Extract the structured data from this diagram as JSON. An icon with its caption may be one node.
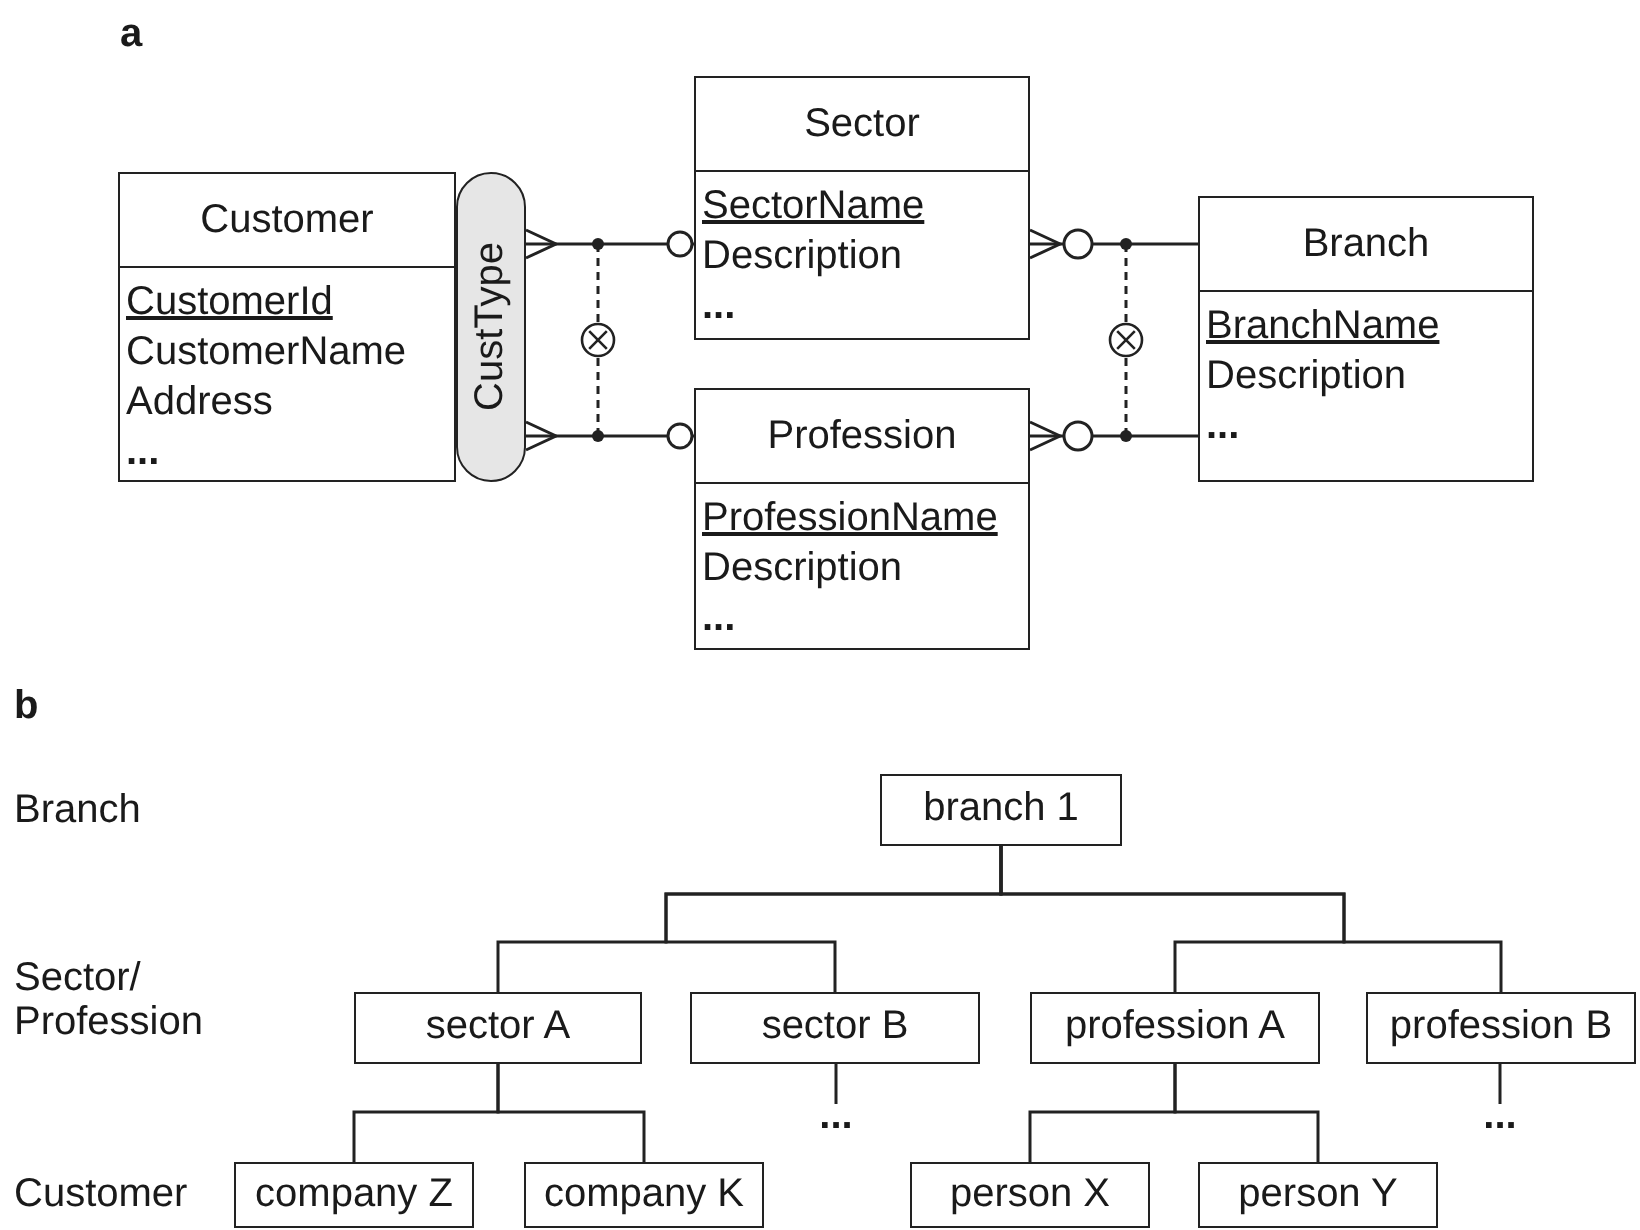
{
  "diagram": {
    "nodes": [
      {
        "text": [
          "Customer",
          "CustomerId",
          "CustomerName",
          "Address",
          "..."
        ]
      },
      {
        "text": [
          "CustType"
        ]
      },
      {
        "text": [
          "Sector",
          "SectorName",
          "Description",
          "..."
        ]
      },
      {
        "text": [
          "Profession",
          "ProfessionName",
          "Description",
          "..."
        ]
      },
      {
        "text": [
          "Branch",
          "BranchName",
          "Description",
          "..."
        ]
      },
      {
        "text": [],
        "shape": "circle"
      },
      {
        "text": [],
        "shape": "circle"
      },
      {
        "text": [
          "branch 1"
        ]
      },
      {
        "text": [
          "sector A"
        ]
      },
      {
        "text": [
          "sector B"
        ]
      },
      {
        "text": [
          "profession A"
        ]
      },
      {
        "text": [
          "profession B"
        ]
      },
      {
        "text": [
          "company Z"
        ]
      },
      {
        "text": [
          "company K"
        ]
      },
      {
        "text": [
          "..."
        ]
      },
      {
        "text": [
          "person X"
        ]
      },
      {
        "text": [
          "person Y"
        ]
      },
      {
        "text": [
          "..."
        ]
      }
    ],
    "edges": [
      {
        "from": 1,
        "to": 2,
        "arrow": "other"
      },
      {
        "from": 1,
        "to": 3,
        "arrow": "other"
      },
      {
        "from": 2,
        "to": 4,
        "arrow": "other"
      },
      {
        "from": 3,
        "to": 4,
        "arrow": "other"
      },
      {
        "from": 5,
        "to": null,
        "arrow": "other",
        "style": "dashed"
      },
      {
        "from": 5,
        "to": null,
        "arrow": "other",
        "style": "dashed"
      },
      {
        "from": 6,
        "to": null,
        "arrow": "other",
        "style": "dashed"
      },
      {
        "from": 6,
        "to": null,
        "arrow": "other",
        "style": "dashed"
      },
      {
        "from": 7,
        "to": 8,
        "arrow": "none"
      },
      {
        "from": 7,
        "to": 9,
        "arrow": "none"
      },
      {
        "from": 7,
        "to": 10,
        "arrow": "none"
      },
      {
        "from": 7,
        "to": 11,
        "arrow": "none"
      },
      {
        "from": 8,
        "to": 12,
        "arrow": "none"
      },
      {
        "from": 8,
        "to": 13,
        "arrow": "none"
      },
      {
        "from": 9,
        "to": 14,
        "arrow": "none"
      },
      {
        "from": 10,
        "to": 15,
        "arrow": "none"
      },
      {
        "from": 10,
        "to": 16,
        "arrow": "none"
      },
      {
        "from": 11,
        "to": 17,
        "arrow": "none"
      }
    ],
    "labels": [
      "a",
      "b",
      "Branch",
      "Sector/ Profession",
      "Customer"
    ]
  }
}
